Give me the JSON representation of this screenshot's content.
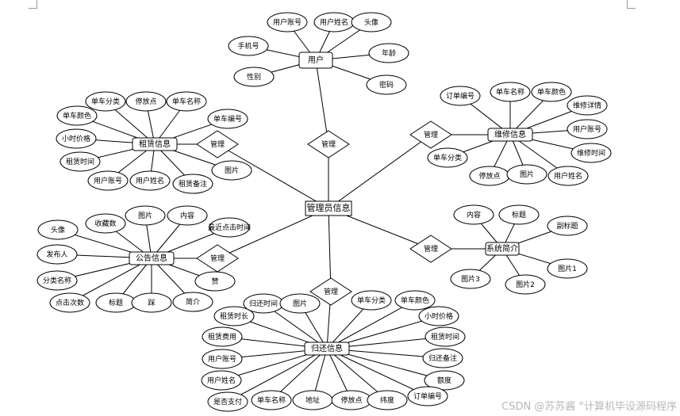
{
  "diagram": {
    "center": "管理员信息",
    "entities": {
      "user": "用户",
      "rental": "租赁信息",
      "repair": "维修信息",
      "notice": "公告信息",
      "intro": "系统简介",
      "return": "归还信息"
    },
    "relations": {
      "manage_user": "管理",
      "manage_rental": "管理",
      "manage_repair": "管理",
      "manage_notice": "管理",
      "manage_intro": "管理",
      "manage_return": "管理"
    },
    "attributes": {
      "user": [
        "用户账号",
        "用户姓名",
        "头像",
        "手机号",
        "年龄",
        "性别",
        "密码"
      ],
      "rental": [
        "单车分类",
        "停放点",
        "单车名称",
        "单车颜色",
        "单车编号",
        "小时价格",
        "租赁时间",
        "用户账号",
        "用户姓名",
        "租赁备注",
        "图片"
      ],
      "repair": [
        "订单编号",
        "单车名称",
        "单车颜色",
        "维修详情",
        "用户账号",
        "维修时间",
        "单车分类",
        "停放点",
        "图片",
        "用户姓名"
      ],
      "notice": [
        "收藏数",
        "图片",
        "内容",
        "头像",
        "最近点击时间",
        "发布人",
        "分类名称",
        "点击次数",
        "标题",
        "踩",
        "简介",
        "赞"
      ],
      "intro": [
        "内容",
        "标题",
        "副标题",
        "图片1",
        "图片2",
        "图片3"
      ],
      "return": [
        "归还时间",
        "图片",
        "单车分类",
        "单车颜色",
        "租赁时长",
        "小时价格",
        "租赁费用",
        "租赁时间",
        "用户账号",
        "归还备注",
        "用户姓名",
        "额度",
        "是否支付",
        "单车名称",
        "地址",
        "停放点",
        "纬度",
        "订单编号"
      ]
    }
  },
  "watermark": "CSDN @苏苏酱  °计算机毕设源码程序"
}
